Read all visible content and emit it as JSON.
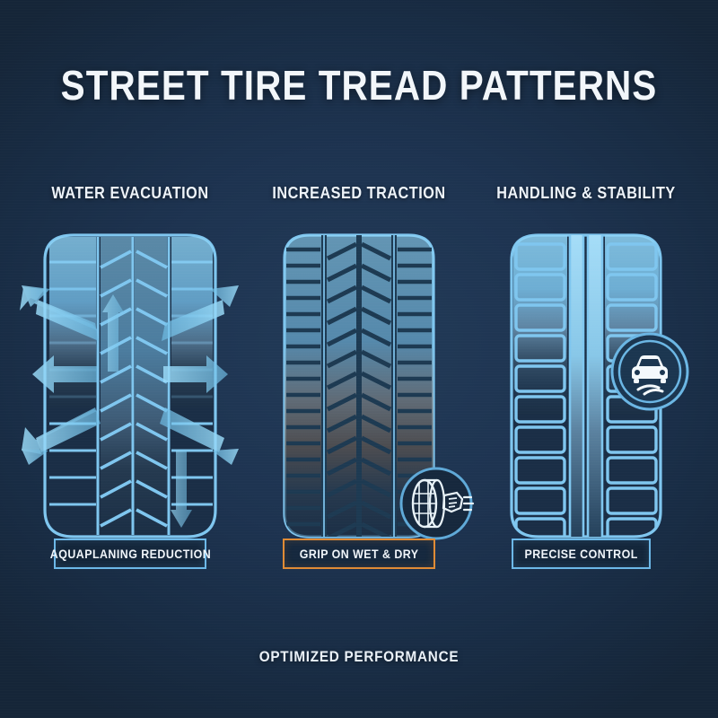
{
  "poster": {
    "title": "STREET TIRE TREAD PATTERNS",
    "footer": "OPTIMIZED PERFORMANCE",
    "background_color": "#1d3350",
    "accent_blue": "#6cb8e8",
    "accent_orange": "#e08b35",
    "tread_blue": "#7fc6ef",
    "text_color": "#f0f5fa"
  },
  "columns": [
    {
      "heading": "WATER EVACUATION",
      "badge_label": "AQUAPLANING REDUCTION",
      "badge_color": "#6cb8e8",
      "tire_pattern": "directional-ribs-with-lateral-grooves",
      "icon": "none",
      "arrows": [
        "up-left-diagonal",
        "left-horizontal",
        "down-left-diagonal",
        "up-right-diagonal",
        "right-horizontal",
        "down-right-diagonal",
        "up-vertical-left-rib",
        "down-vertical-right-rib"
      ]
    },
    {
      "heading": "INCREASED TRACTION",
      "badge_label": "GRIP ON WET & DRY",
      "badge_color": "#e08b35",
      "tire_pattern": "chevron-center-with-fine-shoulder-sipes",
      "icon": "tire-grip-icon",
      "arrows": []
    },
    {
      "heading": "HANDLING & STABILITY",
      "badge_label": "PRECISE CONTROL",
      "badge_color": "#6cb8e8",
      "tire_pattern": "block-shoulders-with-solid-center-ribs",
      "icon": "car-skid-icon",
      "arrows": []
    }
  ]
}
